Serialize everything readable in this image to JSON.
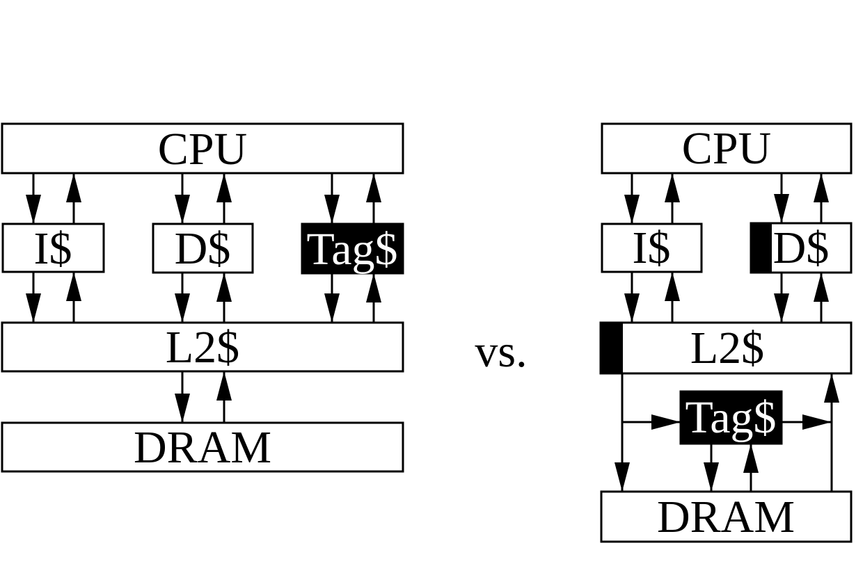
{
  "separator": {
    "label": "vs."
  },
  "left_diagram": {
    "nodes": {
      "cpu": {
        "label": "CPU",
        "highlighted": false
      },
      "icache": {
        "label": "I$",
        "highlighted": false
      },
      "dcache": {
        "label": "D$",
        "highlighted": false
      },
      "tagcache": {
        "label": "Tag$",
        "highlighted": true
      },
      "l2cache": {
        "label": "L2$",
        "highlighted": false
      },
      "dram": {
        "label": "DRAM",
        "highlighted": false
      }
    },
    "edges": [
      {
        "from": "CPU",
        "to": "I$",
        "direction": "bidirectional"
      },
      {
        "from": "CPU",
        "to": "D$",
        "direction": "bidirectional"
      },
      {
        "from": "CPU",
        "to": "Tag$",
        "direction": "bidirectional"
      },
      {
        "from": "I$",
        "to": "L2$",
        "direction": "bidirectional"
      },
      {
        "from": "D$",
        "to": "L2$",
        "direction": "bidirectional"
      },
      {
        "from": "Tag$",
        "to": "L2$",
        "direction": "bidirectional"
      },
      {
        "from": "L2$",
        "to": "DRAM",
        "direction": "bidirectional"
      }
    ]
  },
  "right_diagram": {
    "nodes": {
      "cpu": {
        "label": "CPU",
        "highlighted": false
      },
      "icache": {
        "label": "I$",
        "highlighted": false
      },
      "dcache": {
        "label": "D$",
        "highlighted": false,
        "partial_highlight": "left-strip"
      },
      "l2cache": {
        "label": "L2$",
        "highlighted": false,
        "partial_highlight": "left-strip"
      },
      "tagcache": {
        "label": "Tag$",
        "highlighted": true
      },
      "dram": {
        "label": "DRAM",
        "highlighted": false
      }
    },
    "edges": [
      {
        "from": "CPU",
        "to": "I$",
        "direction": "bidirectional"
      },
      {
        "from": "CPU",
        "to": "D$",
        "direction": "bidirectional"
      },
      {
        "from": "I$",
        "to": "L2$",
        "direction": "bidirectional"
      },
      {
        "from": "D$",
        "to": "L2$",
        "direction": "bidirectional"
      },
      {
        "from": "L2$",
        "to": "DRAM",
        "direction": "directed"
      },
      {
        "from": "L2$",
        "to": "Tag$",
        "direction": "directed"
      },
      {
        "from": "Tag$",
        "to": "L2$",
        "direction": "directed"
      },
      {
        "from": "Tag$",
        "to": "DRAM",
        "direction": "directed"
      },
      {
        "from": "DRAM",
        "to": "Tag$",
        "direction": "directed"
      },
      {
        "from": "DRAM",
        "to": "L2$",
        "direction": "directed"
      }
    ]
  },
  "colors": {
    "background": "#ffffff",
    "box_fill": "#ffffff",
    "line": "#000000",
    "highlight_fill": "#000000",
    "highlight_text": "#ffffff"
  }
}
